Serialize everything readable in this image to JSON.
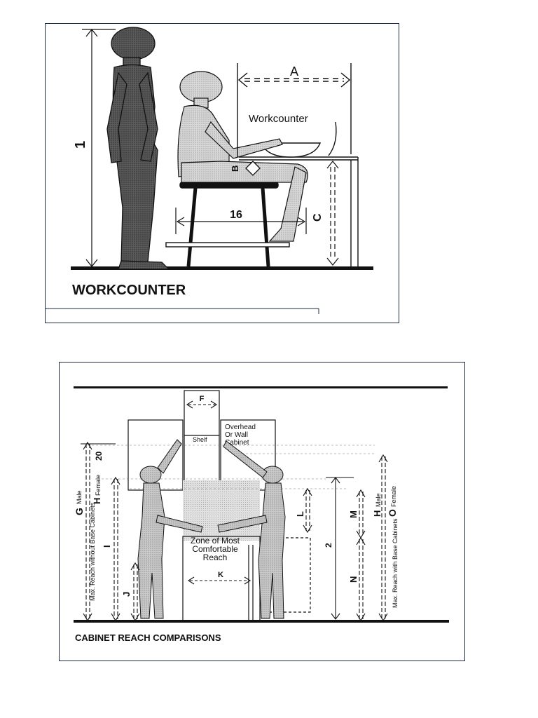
{
  "workcounter": {
    "label_a": "A",
    "label_workcounter": "Workcounter",
    "label_1": "1",
    "label_b": "B",
    "label_16": "16",
    "label_c": "C",
    "caption": "WORKCOUNTER"
  },
  "cabinet": {
    "label_f": "F",
    "label_overhead": [
      "Overhead",
      "Or Wall",
      "Cabinet"
    ],
    "label_shelf": "Shelf",
    "label_20": "20",
    "label_g": "G",
    "label_male_left": "Male",
    "label_h_left": "H",
    "label_female_left": "Female",
    "label_max_without": "Max. Reach without Base Cabinets",
    "label_i": "I",
    "label_j": "J",
    "label_zone": [
      "Zone of Most",
      "Comfortable",
      "Reach"
    ],
    "label_k": "K",
    "label_l": "L",
    "label_2": "2",
    "label_m": "M",
    "label_n": "N",
    "label_h_right": "H",
    "label_male_right": "Male",
    "label_o": "O",
    "label_female_right": "Female",
    "label_max_with": "Max. Reach with Base Cabinets",
    "caption": "CABINET REACH COMPARISONS"
  },
  "colors": {
    "ink": "#111111",
    "figure_dark": "#555555",
    "figure_light": "#cfcfcf",
    "zone_fill": "#d8d8d8",
    "border": "#1f2a44"
  }
}
